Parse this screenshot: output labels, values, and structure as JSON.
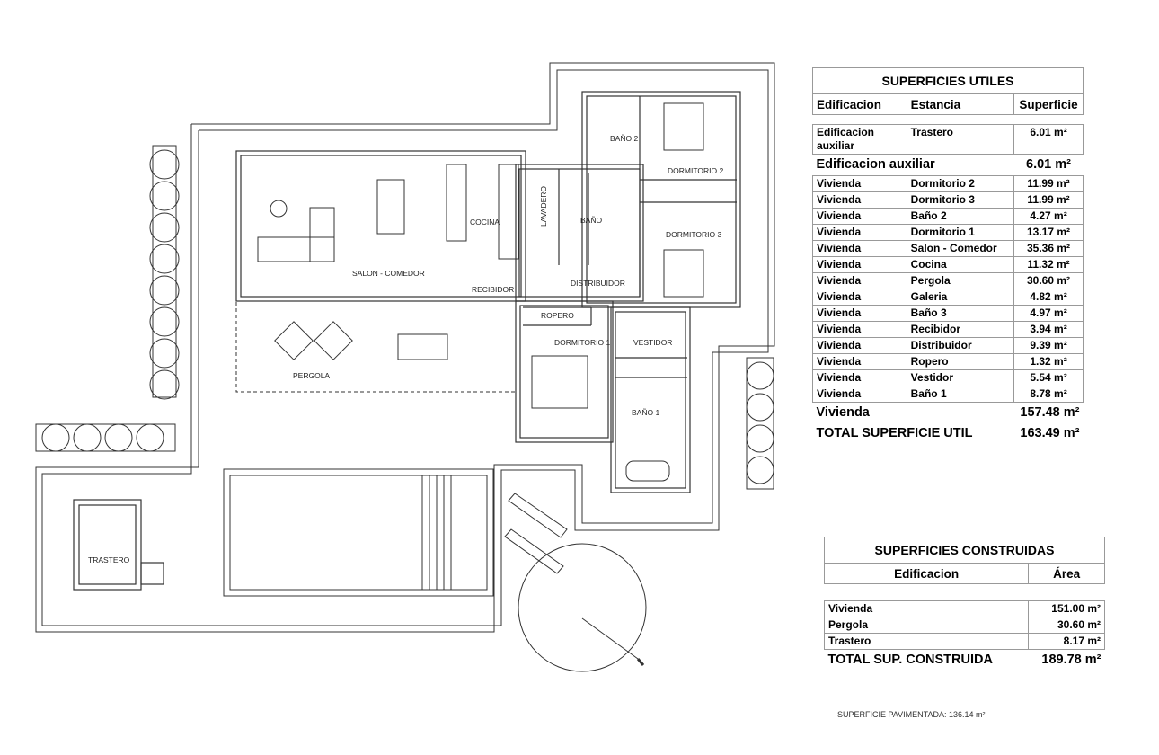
{
  "floor_plan": {
    "rooms": {
      "salon_comedor": "SALON - COMEDOR",
      "cocina": "COCINA",
      "lavadero": "LAVADERO",
      "bano": "BAÑO",
      "bano2": "BAÑO 2",
      "dormitorio2": "DORMITORIO 2",
      "dormitorio3": "DORMITORIO 3",
      "recibidor": "RECIBIDOR",
      "distribuidor": "DISTRIBUIDOR",
      "ropero": "ROPERO",
      "dormitorio1": "DORMITORIO 1",
      "vestidor": "VESTIDOR",
      "bano1": "BAÑO 1",
      "pergola": "PERGOLA",
      "trastero": "TRASTERO"
    }
  },
  "superficies_utiles": {
    "title": "SUPERFICIES UTILES",
    "headers": [
      "Edificacion",
      "Estancia",
      "Superficie"
    ],
    "auxiliar_rows": [
      {
        "edificacion": "Edificacion auxiliar",
        "estancia": "Trastero",
        "superficie": "6.01 m²"
      }
    ],
    "auxiliar_total": {
      "label": "Edificacion auxiliar",
      "value": "6.01 m²"
    },
    "vivienda_rows": [
      {
        "edificacion": "Vivienda",
        "estancia": "Dormitorio 2",
        "superficie": "11.99 m²"
      },
      {
        "edificacion": "Vivienda",
        "estancia": "Dormitorio 3",
        "superficie": "11.99 m²"
      },
      {
        "edificacion": "Vivienda",
        "estancia": "Baño 2",
        "superficie": "4.27 m²"
      },
      {
        "edificacion": "Vivienda",
        "estancia": "Dormitorio 1",
        "superficie": "13.17 m²"
      },
      {
        "edificacion": "Vivienda",
        "estancia": "Salon  - Comedor",
        "superficie": "35.36 m²"
      },
      {
        "edificacion": "Vivienda",
        "estancia": "Cocina",
        "superficie": "11.32 m²"
      },
      {
        "edificacion": "Vivienda",
        "estancia": "Pergola",
        "superficie": "30.60 m²"
      },
      {
        "edificacion": "Vivienda",
        "estancia": "Galeria",
        "superficie": "4.82 m²"
      },
      {
        "edificacion": "Vivienda",
        "estancia": "Baño 3",
        "superficie": "4.97 m²"
      },
      {
        "edificacion": "Vivienda",
        "estancia": "Recibidor",
        "superficie": "3.94 m²"
      },
      {
        "edificacion": "Vivienda",
        "estancia": "Distribuidor",
        "superficie": "9.39 m²"
      },
      {
        "edificacion": "Vivienda",
        "estancia": "Ropero",
        "superficie": "1.32 m²"
      },
      {
        "edificacion": "Vivienda",
        "estancia": "Vestidor",
        "superficie": "5.54 m²"
      },
      {
        "edificacion": "Vivienda",
        "estancia": "Baño 1",
        "superficie": "8.78 m²"
      }
    ],
    "vivienda_total": {
      "label": "Vivienda",
      "value": "157.48 m²"
    },
    "grand_total": {
      "label": "TOTAL SUPERFICIE UTIL",
      "value": "163.49 m²"
    }
  },
  "superficies_construidas": {
    "title": "SUPERFICIES CONSTRUIDAS",
    "headers": [
      "Edificacion",
      "Área"
    ],
    "rows": [
      {
        "edificacion": "Vivienda",
        "area": "151.00 m²"
      },
      {
        "edificacion": "Pergola",
        "area": "30.60 m²"
      },
      {
        "edificacion": "Trastero",
        "area": "8.17 m²"
      }
    ],
    "total": {
      "label": "TOTAL SUP. CONSTRUIDA",
      "value": "189.78 m²"
    }
  },
  "superficie_pavimentada": "SUPERFICIE PAVIMENTADA: 136.14 m²"
}
